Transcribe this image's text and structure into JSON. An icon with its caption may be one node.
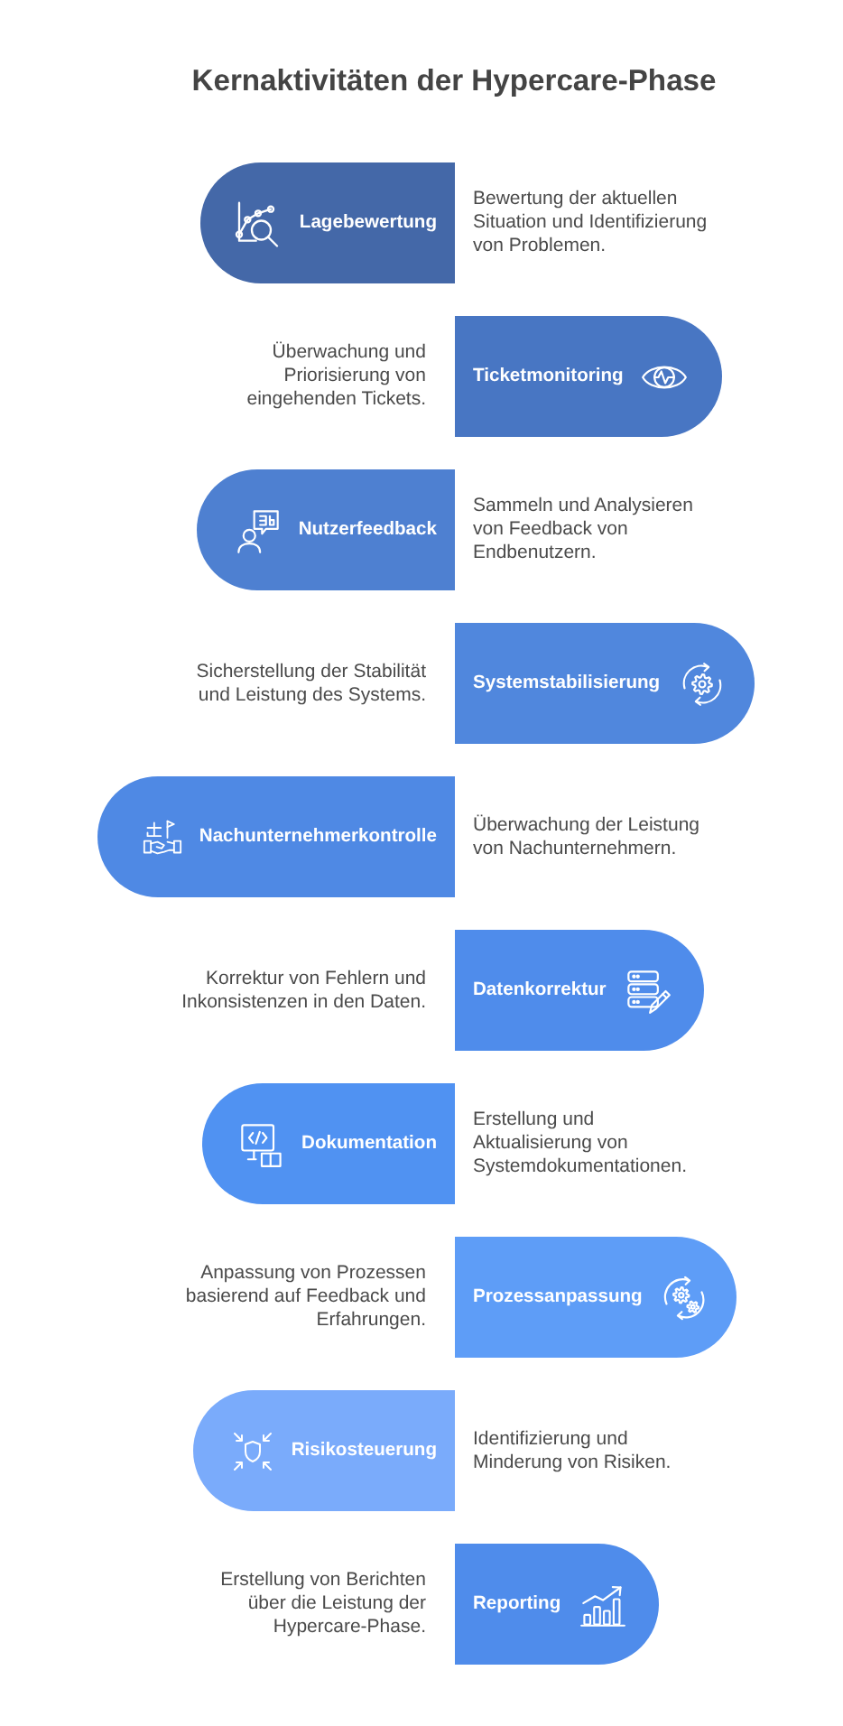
{
  "diagram": {
    "title": "Kernaktivitäten der Hypercare-Phase",
    "nodes": [
      {
        "text": [
          "Lagebewertung"
        ],
        "beside": [
          "Bewertung der aktuellen Situation und Identifizierung von Problemen."
        ]
      },
      {
        "text": [
          "Ticketmonitoring"
        ],
        "beside": [
          "Überwachung und Priorisierung von eingehenden Tickets."
        ]
      },
      {
        "text": [
          "Nutzerfeedback"
        ],
        "beside": [
          "Sammeln und Analysieren von Feedback von Endbenutzern."
        ]
      },
      {
        "text": [
          "Systemstabilisierung"
        ],
        "beside": [
          "Sicherstellung der Stabilität und Leistung des Systems."
        ]
      },
      {
        "text": [
          "Nachunternehmerkontrolle"
        ],
        "beside": [
          "Überwachung der Leistung von Nachunternehmern."
        ]
      },
      {
        "text": [
          "Datenkorrektur"
        ],
        "beside": [
          "Korrektur von Fehlern und Inkonsistenzen in den Daten."
        ]
      },
      {
        "text": [
          "Dokumentation"
        ],
        "beside": [
          "Erstellung und Aktualisierung von Systemdokumentationen."
        ]
      },
      {
        "text": [
          "Prozessanpassung"
        ],
        "beside": [
          "Anpassung von Prozessen basierend auf Feedback und Erfahrungen."
        ]
      },
      {
        "text": [
          "Risikosteuerung"
        ],
        "beside": [
          "Identifizierung und Minderung von Risiken."
        ]
      },
      {
        "text": [
          "Reporting"
        ],
        "beside": [
          "Erstellung von Berichten über die Leistung der Hypercare-Phase."
        ]
      }
    ]
  }
}
